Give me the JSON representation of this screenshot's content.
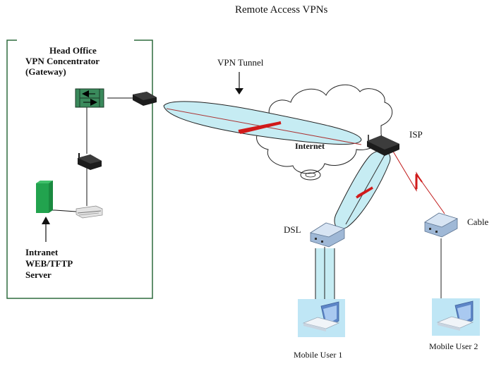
{
  "title": "Remote Access VPNs",
  "head_office": {
    "heading": "Head Office",
    "line2": "VPN Concentrator",
    "line3": "(Gateway)"
  },
  "server": {
    "line1": "Intranet",
    "line2": "WEB/TFTP",
    "line3": "Server"
  },
  "tunnel_label": "VPN Tunnel",
  "internet_label": "Internet",
  "isp_label": "ISP",
  "dsl_label": "DSL",
  "cable_label": "Cable",
  "mobile_user_1": "Mobile User 1",
  "mobile_user_2": "Mobile User 2",
  "colors": {
    "box_border": "#2e6b3e",
    "concentrator": "#3a8a5c",
    "server": "#1f9a48",
    "tunnel_fill": "#c6ecf3",
    "red_link": "#d11a1a",
    "router": "#1c1c1c",
    "modem": "#b9cfe8"
  }
}
